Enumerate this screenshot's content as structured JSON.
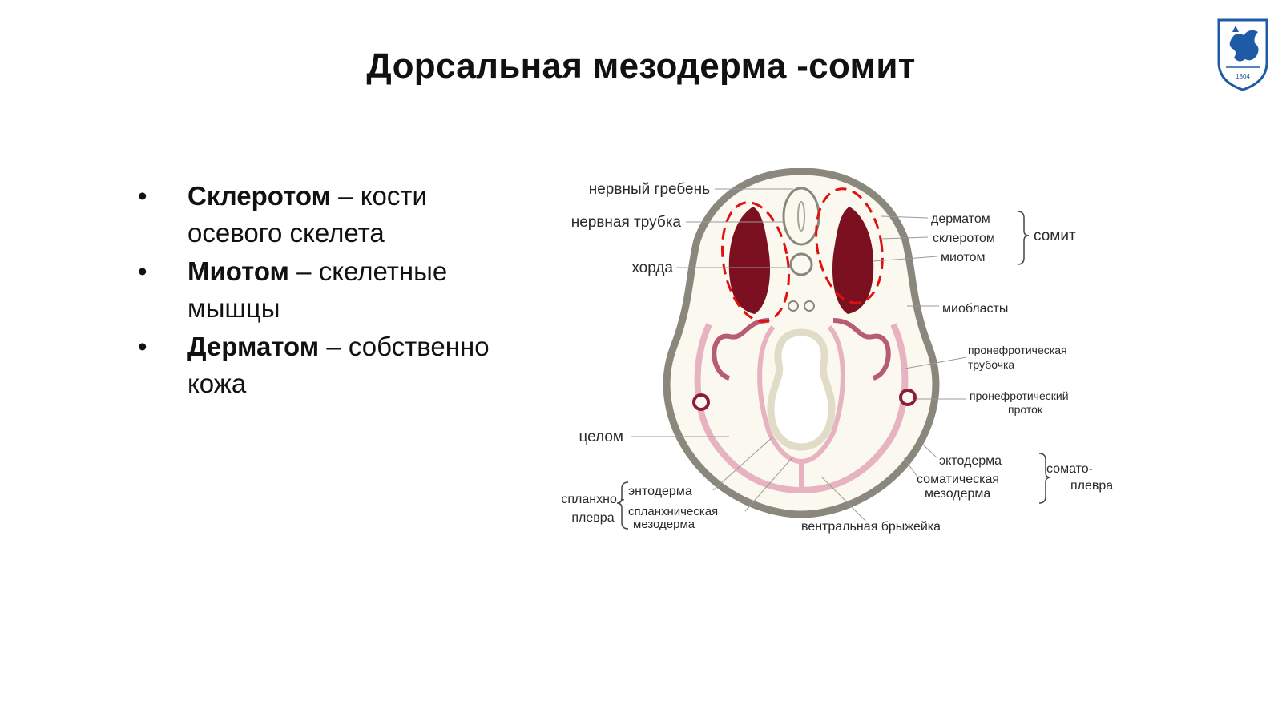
{
  "slide": {
    "title": "Дорсальная мезодерма -сомит"
  },
  "logo": {
    "year": "1804",
    "icon": "university-crest-icon",
    "color": "#1f5aa6"
  },
  "bullets": [
    {
      "term": "Склеротом",
      "separator": " – ",
      "text": "кости осевого скелета"
    },
    {
      "term": "Миотом",
      "separator": " – ",
      "text": "скелетные мышцы"
    },
    {
      "term": "Дерматом",
      "separator": " – ",
      "text": "собственно кожа"
    }
  ],
  "diagram": {
    "labels": {
      "neural_crest": "нервный гребень",
      "neural_tube": "нервная трубка",
      "notochord": "хорда",
      "coelom": "целом",
      "splanchno_1": "спланхно -",
      "splanchno_2": "плевра",
      "endoderm": "энтодерма",
      "splanch_meso_1": "спланхническая",
      "splanch_meso_2": "мезодерма",
      "dermatome": "дерматом",
      "sclerotome": "склеротом",
      "myotome": "миотом",
      "somite": "сомит",
      "myoblasts": "миобласты",
      "pronephric_tubule_1": "пронефротическая",
      "pronephric_tubule_2": "трубочка",
      "pronephric_duct_1": "пронефротический",
      "pronephric_duct_2": "проток",
      "ectoderm": "эктодерма",
      "somatic_meso_1": "соматическая",
      "somatic_meso_2": "мезодерма",
      "somato_1": "сомато-",
      "somato_2": "плевра",
      "ventral_mesentery": "вентральная брыжейка"
    },
    "colors": {
      "ectoderm": "#8a877c",
      "myotome": "#7a1020",
      "mesoderm": "#e8b3c0",
      "highlight": "#e01010",
      "endoderm": "#e0dcc8"
    }
  }
}
